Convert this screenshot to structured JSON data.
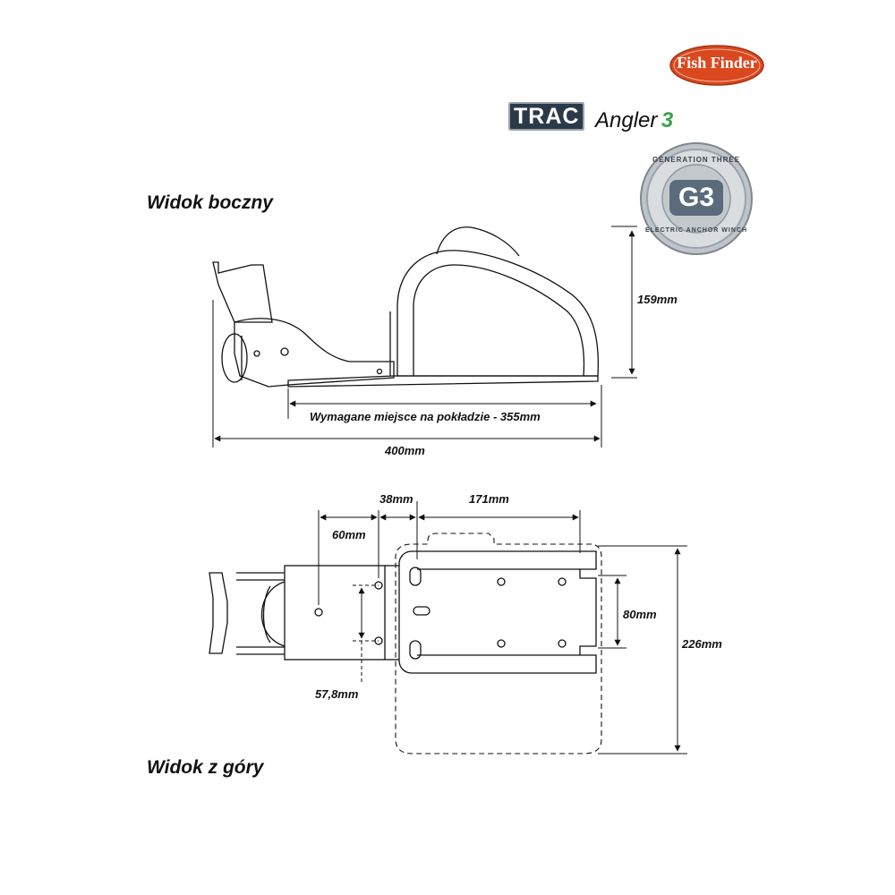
{
  "branding": {
    "fishfinder_logo": "Fish Finder",
    "trac": "TRAC",
    "product_name": "Angler",
    "product_version": "3",
    "g3_badge_top": "GENERATION THREE",
    "g3_badge_center": "G3",
    "g3_badge_bottom": "ELECTRIC ANCHOR WINCH"
  },
  "side_view": {
    "title": "Widok boczny",
    "height_label": "159mm",
    "deck_space_label": "Wymagane miejsce na pokładzie - 355mm",
    "length_label": "400mm"
  },
  "top_view": {
    "title": "Widok z góry",
    "dim_38": "38mm",
    "dim_171": "171mm",
    "dim_60": "60mm",
    "dim_80": "80mm",
    "dim_226": "226mm",
    "dim_57_8": "57,8mm"
  },
  "colors": {
    "line": "#111111",
    "logo_red": "#d9481f",
    "badge_grey": "#9aa3ad",
    "trac_navy": "#2b3a48",
    "accent_green": "#3aa14a"
  }
}
